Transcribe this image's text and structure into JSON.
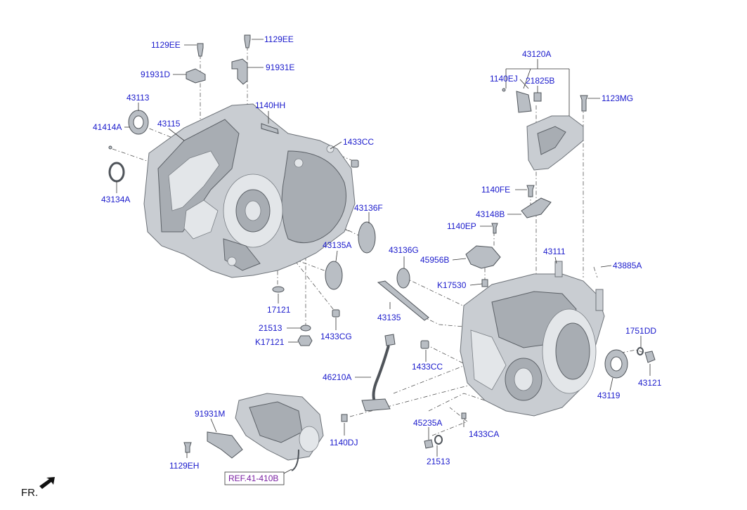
{
  "labels": {
    "l_1129EE_a": "1129EE",
    "l_1129EE_b": "1129EE",
    "l_91931D": "91931D",
    "l_91931E": "91931E",
    "l_43113": "43113",
    "l_41414A": "41414A",
    "l_43115": "43115",
    "l_1140HH": "1140HH",
    "l_1433CC_a": "1433CC",
    "l_43134A": "43134A",
    "l_43136F": "43136F",
    "l_43135A": "43135A",
    "l_17121": "17121",
    "l_21513_a": "21513",
    "l_K17121": "K17121",
    "l_1433CG": "1433CG",
    "l_43120A": "43120A",
    "l_1140EJ": "1140EJ",
    "l_21825B": "21825B",
    "l_1123MG": "1123MG",
    "l_1140FE": "1140FE",
    "l_43148B": "43148B",
    "l_1140EP": "1140EP",
    "l_43136G": "43136G",
    "l_43111": "43111",
    "l_45956B": "45956B",
    "l_43885A": "43885A",
    "l_K17530": "K17530",
    "l_43135": "43135",
    "l_1751DD": "1751DD",
    "l_1433CC_b": "1433CC",
    "l_43121": "43121",
    "l_46210A": "46210A",
    "l_43119": "43119",
    "l_91931M": "91931M",
    "l_45235A": "45235A",
    "l_1433CA": "1433CA",
    "l_1140DJ": "1140DJ",
    "l_1129EH": "1129EH",
    "l_21513_b": "21513"
  },
  "reference": "REF.41-410B",
  "direction": "FR.",
  "colors": {
    "label_text": "#1a1acc",
    "reference_text": "#7a1fa2",
    "housing_fill": "#c9cdd2"
  }
}
